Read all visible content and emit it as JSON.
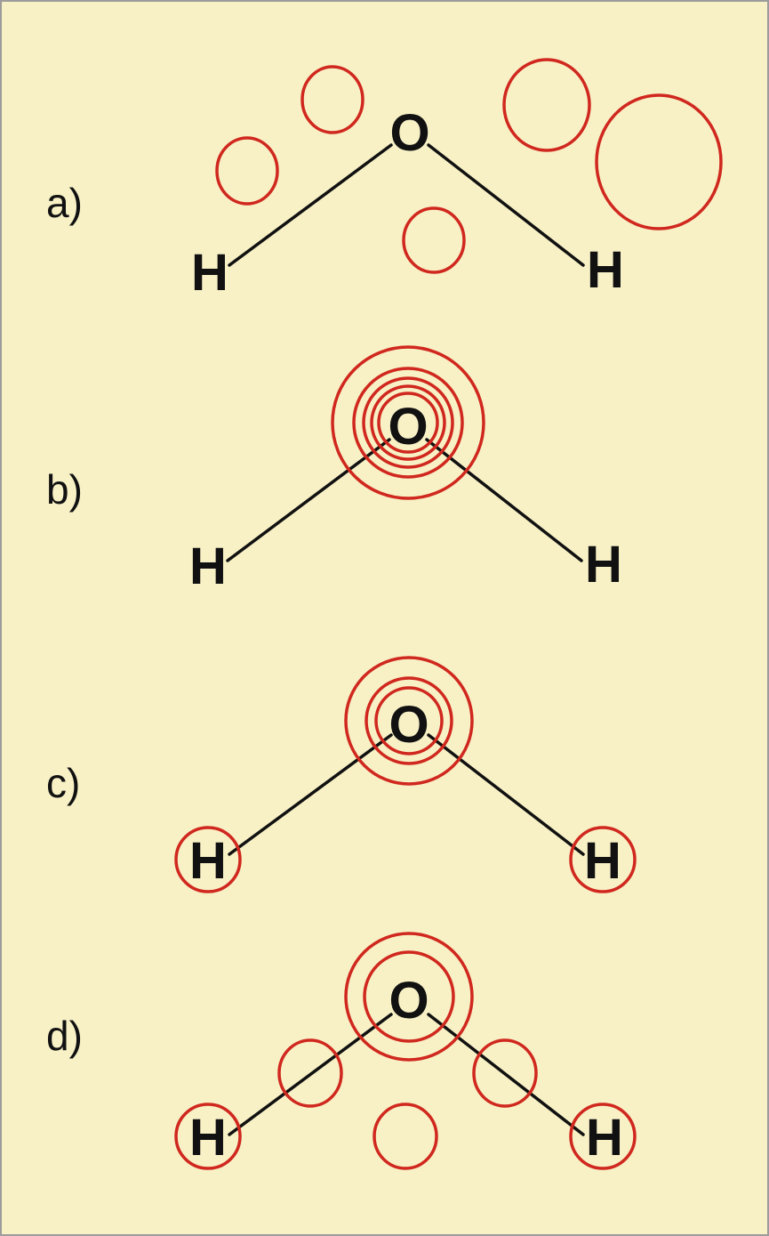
{
  "colors": {
    "background": "#f8f1c6",
    "border": "#9c9c9c",
    "bond": "#111111",
    "orbital": "#d0281e",
    "text": "#111111"
  },
  "atoms": {
    "oxygen": "O",
    "hydrogen": "H"
  },
  "panels": [
    {
      "label": "a)"
    },
    {
      "label": "b)"
    },
    {
      "label": "c)"
    },
    {
      "label": "d)"
    }
  ]
}
